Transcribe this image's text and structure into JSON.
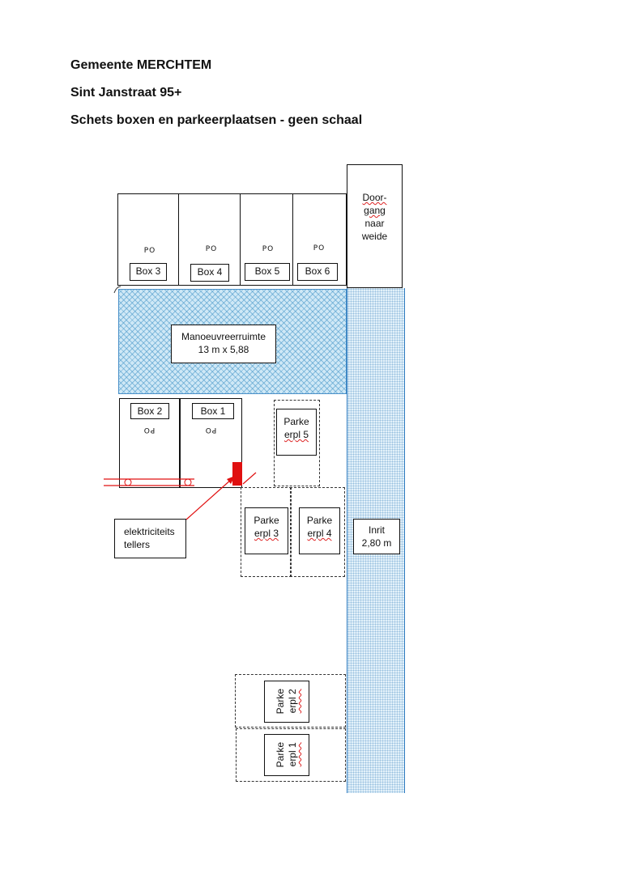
{
  "header": {
    "line1": "Gemeente MERCHTEM",
    "line2": "Sint Janstraat 95+",
    "line3": "Schets boxen en parkeerplaatsen  - geen schaal"
  },
  "doorgang": {
    "line1": "Door-",
    "line2": "gang",
    "line3": "naar",
    "line4": "weide"
  },
  "boxes_top": [
    {
      "label": "Box 3",
      "mark": "PO"
    },
    {
      "label": "Box 4",
      "mark": "PO"
    },
    {
      "label": "Box 5",
      "mark": "PO"
    },
    {
      "label": "Box 6",
      "mark": "PO"
    }
  ],
  "manoeuvre": {
    "line1": "Manoeuvreerruimte",
    "line2": "13 m x 5,88"
  },
  "boxes_bottom": [
    {
      "label": "Box 2",
      "mark": "PO"
    },
    {
      "label": "Box 1",
      "mark": "PO"
    }
  ],
  "parking": {
    "p5": {
      "line1": "Parke",
      "line2": "erpl 5"
    },
    "p3": {
      "line1": "Parke",
      "line2": "erpl 3"
    },
    "p4": {
      "line1": "Parke",
      "line2": "erpl 4"
    },
    "p2": {
      "line1": "Parke",
      "line2": "erpl 2"
    },
    "p1": {
      "line1": "Parke",
      "line2": "erpl 1"
    }
  },
  "inrit": {
    "line1": "Inrit",
    "line2": "2,80 m"
  },
  "meter": {
    "line1": "elektriciteits",
    "line2": "tellers"
  },
  "colors": {
    "hatch": "#4a90c8",
    "driveway": "#2f7cc0",
    "meter": "#e01010",
    "arrow": "#e01010"
  }
}
